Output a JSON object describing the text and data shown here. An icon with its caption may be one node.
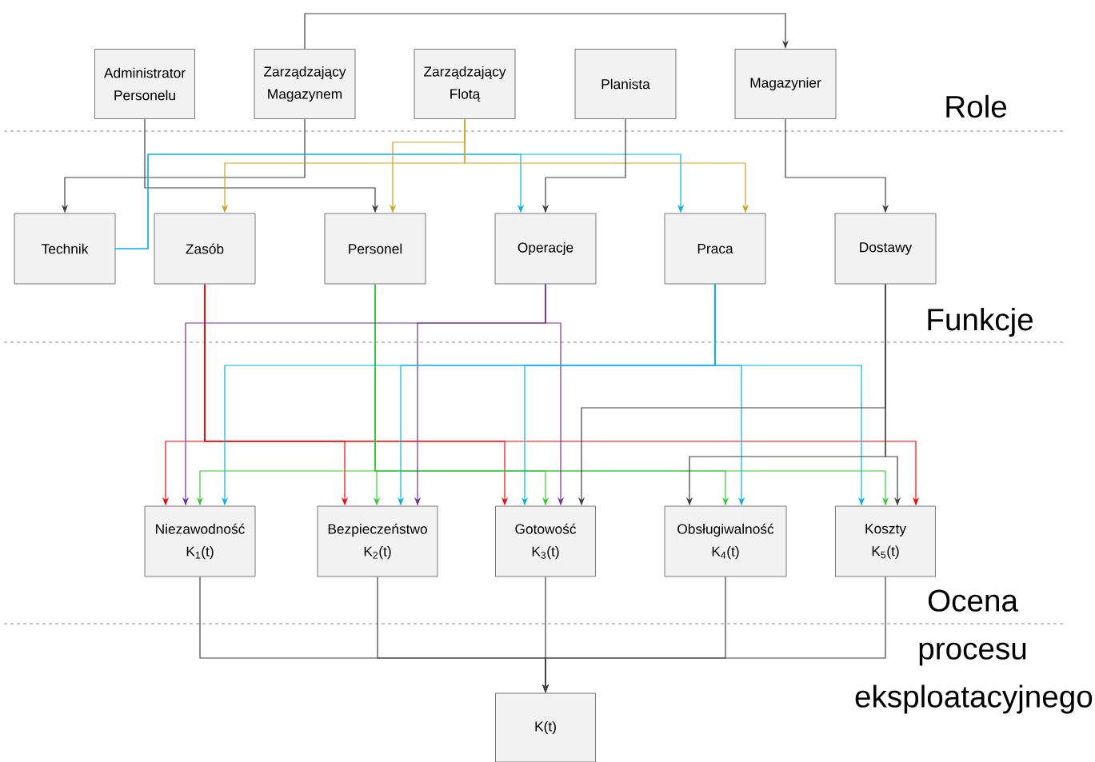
{
  "diagram": {
    "nodes": [
      {
        "text": [
          "Administrator Personelu"
        ]
      },
      {
        "text": [
          "Zarządzający Magazynem"
        ]
      },
      {
        "text": [
          "Zarządzający Flotą"
        ]
      },
      {
        "text": [
          "Planista"
        ]
      },
      {
        "text": [
          "Magazynier"
        ]
      },
      {
        "text": [
          "Technik"
        ]
      },
      {
        "text": [
          "Zasób"
        ]
      },
      {
        "text": [
          "Personel"
        ]
      },
      {
        "text": [
          "Operacje"
        ]
      },
      {
        "text": [
          "Praca"
        ]
      },
      {
        "text": [
          "Dostawy"
        ]
      },
      {
        "text": [
          "Niezawodność K$_{1}$(t)"
        ]
      },
      {
        "text": [
          "Bezpieczeństwo K$_{2}$(t)"
        ]
      },
      {
        "text": [
          "Gotowość K$_{3}$(t)"
        ]
      },
      {
        "text": [
          "Obsługiwalność K$_{4}$(t)"
        ]
      },
      {
        "text": [
          "Koszty K$_{5}$(t)"
        ]
      },
      {
        "text": [
          "K(t)"
        ]
      }
    ],
    "edges": [
      {
        "from": 1,
        "to": 4,
        "arrow": "to"
      },
      {
        "from": 1,
        "to": 5,
        "arrow": "to"
      },
      {
        "from": 0,
        "to": 7,
        "arrow": "to"
      },
      {
        "from": 5,
        "to": 8,
        "arrow": "to",
        "color": "#00b0f0"
      },
      {
        "from": 5,
        "to": 9,
        "arrow": "to",
        "color": "#00b0f0"
      },
      {
        "from": 2,
        "to": 6,
        "arrow": "to",
        "color": "#d4a017"
      },
      {
        "from": 2,
        "to": 7,
        "arrow": "to",
        "color": "#d4a017"
      },
      {
        "from": 2,
        "to": 9,
        "arrow": "to",
        "color": "#d4a017"
      },
      {
        "from": 3,
        "to": 8,
        "arrow": "to"
      },
      {
        "from": 4,
        "to": 10,
        "arrow": "to"
      },
      {
        "from": 6,
        "to": 11,
        "arrow": "to",
        "color": "#ff0000"
      },
      {
        "from": 6,
        "to": 12,
        "arrow": "to",
        "color": "#ff0000"
      },
      {
        "from": 6,
        "to": 13,
        "arrow": "to",
        "color": "#ff0000"
      },
      {
        "from": 6,
        "to": 15,
        "arrow": "to",
        "color": "#ff0000"
      },
      {
        "from": 7,
        "to": 11,
        "arrow": "to",
        "color": "#33cc33"
      },
      {
        "from": 7,
        "to": 12,
        "arrow": "to",
        "color": "#33cc33"
      },
      {
        "from": 7,
        "to": 13,
        "arrow": "to",
        "color": "#33cc33"
      },
      {
        "from": 7,
        "to": 14,
        "arrow": "to",
        "color": "#33cc33"
      },
      {
        "from": 7,
        "to": 15,
        "arrow": "to",
        "color": "#33cc33"
      },
      {
        "from": 8,
        "to": 11,
        "arrow": "to",
        "color": "#7030a0"
      },
      {
        "from": 8,
        "to": 12,
        "arrow": "to",
        "color": "#7030a0"
      },
      {
        "from": 8,
        "to": 13,
        "arrow": "to",
        "color": "#7030a0"
      },
      {
        "from": 9,
        "to": 11,
        "arrow": "to",
        "color": "#00b0f0"
      },
      {
        "from": 9,
        "to": 12,
        "arrow": "to",
        "color": "#00b0f0"
      },
      {
        "from": 9,
        "to": 13,
        "arrow": "to",
        "color": "#00b0f0"
      },
      {
        "from": 9,
        "to": 14,
        "arrow": "to",
        "color": "#00b0f0"
      },
      {
        "from": 9,
        "to": 15,
        "arrow": "to",
        "color": "#00b0f0"
      },
      {
        "from": 10,
        "to": 13,
        "arrow": "to"
      },
      {
        "from": 10,
        "to": 14,
        "arrow": "to"
      },
      {
        "from": 10,
        "to": 15,
        "arrow": "to"
      },
      {
        "from": 11,
        "to": 16,
        "arrow": "to"
      },
      {
        "from": 12,
        "to": 16,
        "arrow": "to"
      },
      {
        "from": 13,
        "to": 16,
        "arrow": "to"
      },
      {
        "from": 14,
        "to": 16,
        "arrow": "to"
      },
      {
        "from": 15,
        "to": 16,
        "arrow": "to"
      }
    ],
    "labels": [
      "Role",
      "Funkcje",
      "Ocena procesu eksploatacyjnego"
    ]
  }
}
